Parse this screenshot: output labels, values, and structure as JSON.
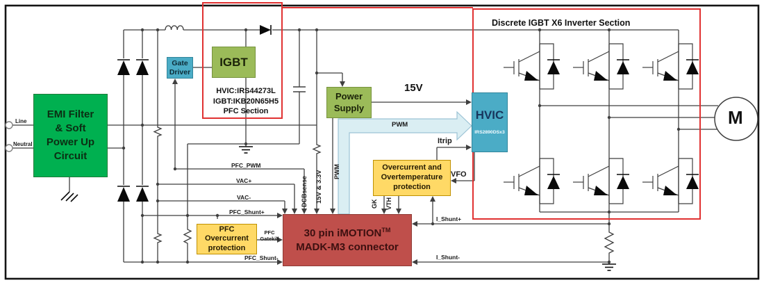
{
  "boxes": {
    "emi": {
      "label": "EMI Filter\n& Soft\nPower Up\nCircuit"
    },
    "gate_driver": {
      "label": "Gate\nDriver"
    },
    "pfc_igbt": {
      "label": "IGBT"
    },
    "power_supply": {
      "label": "Power\nSupply"
    },
    "hvic": {
      "label": "HVIC",
      "part": "IRS2890DSx3"
    },
    "oc_ot": {
      "label": "Overcurrent and\nOvertemperature\nprotection"
    },
    "pfc_oc": {
      "label": "PFC\nOvercurrent\nprotection"
    },
    "connector": {
      "line1": "30 pin iMOTION",
      "tm": "TM",
      "line2": "MADK-M3 connector"
    }
  },
  "section_labels": {
    "pfc_parts": [
      "HVIC:IRS44273L",
      "IGBT:IKB20N65H5",
      "PFC Section"
    ],
    "inverter": "Discrete IGBT X6 Inverter Section"
  },
  "terminals": {
    "line": "Line",
    "neutral": "Neutral"
  },
  "signals": {
    "pfc_pwm": "PFC_PWM",
    "vac_plus": "VAC+",
    "vac_minus": "VAC-",
    "pfc_shunt_plus": "PFC_Shunt+",
    "pfc_gatekill": [
      "PFC",
      "Gatekill"
    ],
    "pfc_shunt_minus": "PFC_Shunt-",
    "dcbsense": "DCBsense",
    "v15_33": "15V & 3.3V",
    "pwm": "PWM",
    "rail_15v": "15V",
    "itrip": "Itrip",
    "vfo": "VFO",
    "gk": "GK",
    "vth": "VTH",
    "i_shunt_plus": "I_Shunt+",
    "i_shunt_minus": "I_Shunt-"
  },
  "motor": {
    "label": "M"
  },
  "colors": {
    "emi": "#00b050",
    "olive": "#9bbb59",
    "blue": "#4bacc6",
    "yellow": "#ffd966",
    "brick": "#bf4f4b",
    "red": "#e03131",
    "wire": "#3f3f3f",
    "band": "#daeef3",
    "band_b": "#9cc3d5"
  }
}
